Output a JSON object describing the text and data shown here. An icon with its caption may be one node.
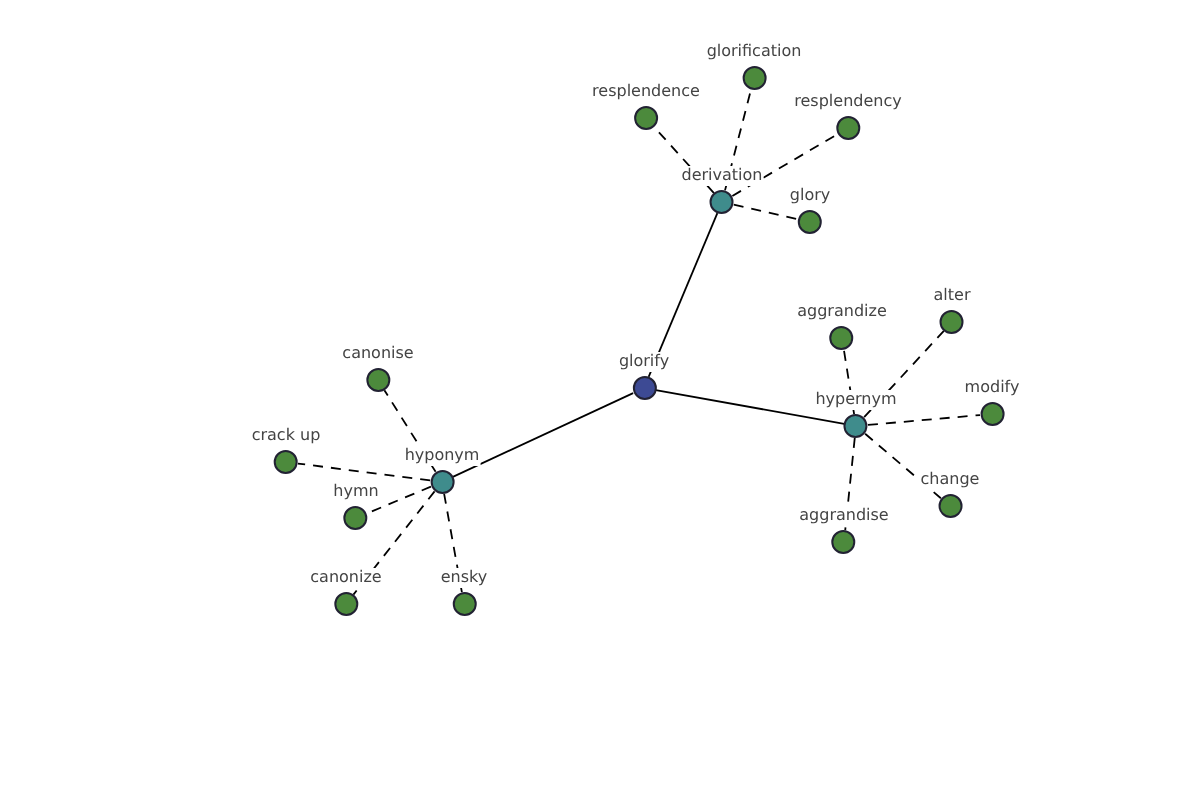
{
  "diagram": {
    "nodes": [
      {
        "text": [
          "glorify"
        ]
      },
      {
        "text": [
          "derivation"
        ]
      },
      {
        "text": [
          "hypernym"
        ]
      },
      {
        "text": [
          "hyponym"
        ]
      },
      {
        "text": [
          "glorification"
        ]
      },
      {
        "text": [
          "resplendence"
        ]
      },
      {
        "text": [
          "resplendency"
        ]
      },
      {
        "text": [
          "glory"
        ]
      },
      {
        "text": [
          "aggrandize"
        ]
      },
      {
        "text": [
          "alter"
        ]
      },
      {
        "text": [
          "modify"
        ]
      },
      {
        "text": [
          "change"
        ]
      },
      {
        "text": [
          "aggrandise"
        ]
      },
      {
        "text": [
          "canonise"
        ]
      },
      {
        "text": [
          "crack up"
        ]
      },
      {
        "text": [
          "hymn"
        ]
      },
      {
        "text": [
          "canonize"
        ]
      },
      {
        "text": [
          "ensky"
        ]
      }
    ],
    "edges": [
      {
        "from": 0,
        "to": 1,
        "arrow": "none"
      },
      {
        "from": 0,
        "to": 2,
        "arrow": "none"
      },
      {
        "from": 0,
        "to": 3,
        "arrow": "none"
      },
      {
        "from": 1,
        "to": 4,
        "arrow": "none",
        "style": "dashed"
      },
      {
        "from": 1,
        "to": 5,
        "arrow": "none",
        "style": "dashed"
      },
      {
        "from": 1,
        "to": 6,
        "arrow": "none",
        "style": "dashed"
      },
      {
        "from": 1,
        "to": 7,
        "arrow": "none",
        "style": "dashed"
      },
      {
        "from": 2,
        "to": 8,
        "arrow": "none",
        "style": "dashed"
      },
      {
        "from": 2,
        "to": 9,
        "arrow": "none",
        "style": "dashed"
      },
      {
        "from": 2,
        "to": 10,
        "arrow": "none",
        "style": "dashed"
      },
      {
        "from": 2,
        "to": 11,
        "arrow": "none",
        "style": "dashed"
      },
      {
        "from": 2,
        "to": 12,
        "arrow": "none",
        "style": "dashed"
      },
      {
        "from": 3,
        "to": 13,
        "arrow": "none",
        "style": "dashed"
      },
      {
        "from": 3,
        "to": 14,
        "arrow": "none",
        "style": "dashed"
      },
      {
        "from": 3,
        "to": 15,
        "arrow": "none",
        "style": "dashed"
      },
      {
        "from": 3,
        "to": 16,
        "arrow": "none",
        "style": "dashed"
      },
      {
        "from": 3,
        "to": 17,
        "arrow": "none",
        "style": "dashed"
      }
    ]
  }
}
